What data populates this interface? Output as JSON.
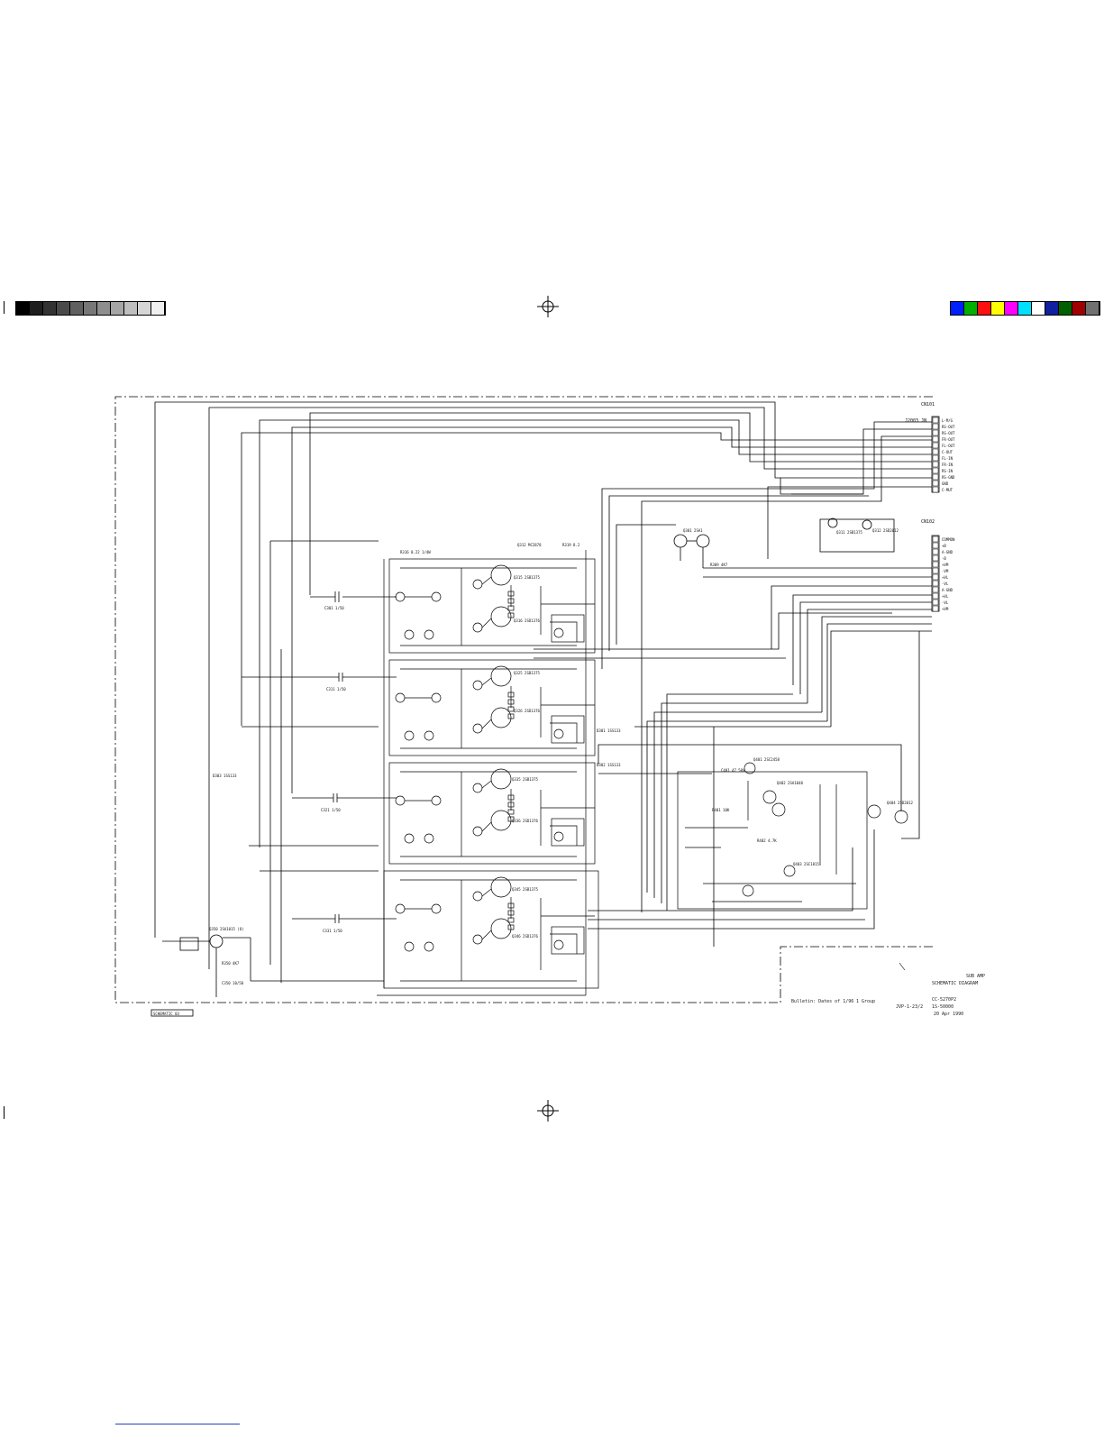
{
  "calibration": {
    "gray_steps": [
      "#000000",
      "#1e1e1e",
      "#333333",
      "#4a4a4a",
      "#606060",
      "#777777",
      "#8e8e8e",
      "#a6a6a6",
      "#bebebe",
      "#d6d6d6",
      "#efefef"
    ],
    "color_steps": [
      "#0020ff",
      "#00b000",
      "#ff1010",
      "#ffff00",
      "#ff00ff",
      "#00e0ff",
      "#ffffff",
      "#1020a0",
      "#006000",
      "#a00000",
      "#707070"
    ]
  },
  "connectors": {
    "upper": {
      "ref": "CN101",
      "label": "J2003 JN",
      "pins": [
        "L-M/G",
        "RS-OUT",
        "RS-OUT",
        "FR-OUT",
        "FL-OUT",
        "C-OUT",
        "FL-IN",
        "FR-IN",
        "RS-IN",
        "RS-GND",
        "GND",
        "C-MUT"
      ]
    },
    "lower": {
      "ref": "CN102",
      "label": "",
      "pins": [
        "COMMON",
        "+B",
        "A-GND",
        "-B",
        "+VM",
        "-VM",
        "+VL",
        "-VL",
        "A-GND",
        "+VL",
        "-VL",
        "+VM"
      ]
    }
  },
  "component_labels": {
    "power_regulators": [
      "Q311 2SB1375",
      "Q312 2SD2012"
    ],
    "top_transistor": [
      "Q301 2SA1",
      "R309 4K7"
    ],
    "section_headers": [
      "R316 0.22 1/4W",
      "Q312 MC2878",
      "R319 8.2"
    ],
    "output_pairs": [
      "Q315 2SB1375",
      "Q316 2SD1376",
      "Q325 2SB1375",
      "Q326 2SD1376",
      "Q335 2SB1375",
      "Q336 2SD1376",
      "Q345 2SB1375",
      "Q346 2SD1376"
    ],
    "diodes": [
      "D301 1SS133",
      "D302 1SS133",
      "D303 1SS133"
    ],
    "right_block": [
      "Q401 2SC2458",
      "Q402 2SA1048",
      "Q403 2SC1815",
      "Q404 2SD2012",
      "R401 10K",
      "R402 4.7K",
      "C401 47 50V"
    ],
    "bottom_left": [
      "Q350 2SA1015 (O)",
      "R350 4K7",
      "C350 10/50"
    ],
    "left_caps": [
      "C301 1/50",
      "C311 1/50",
      "C321 1/50",
      "C331 1/50"
    ]
  },
  "footer": {
    "left_tag": "SCHEMATIC 03",
    "right_notes": [
      "SUB AMP",
      "SCHEMATIC DIAGRAM",
      "Bulletin: Dates of 1/96",
      "1 Group",
      "JVP-1-23/2",
      "CC-5270P2",
      "1S-50000",
      "20 Apr 1990"
    ]
  }
}
